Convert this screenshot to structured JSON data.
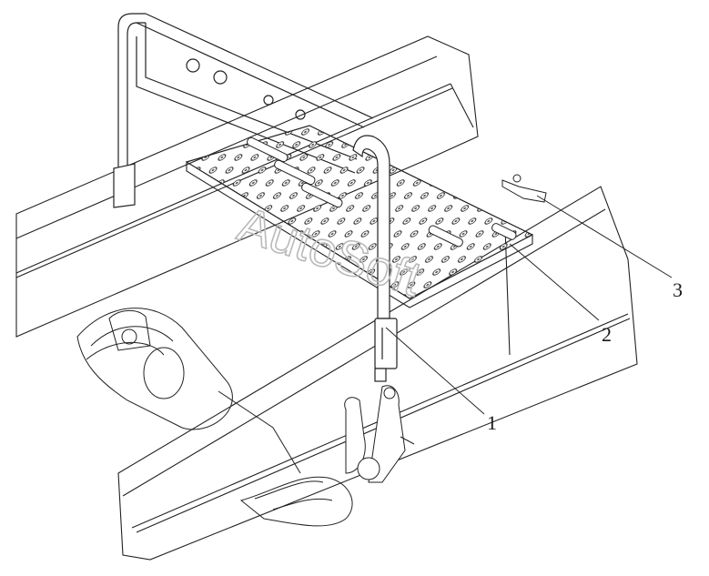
{
  "callouts": [
    {
      "id": "callout-1",
      "text": "1"
    },
    {
      "id": "callout-2",
      "text": "2"
    },
    {
      "id": "callout-3",
      "text": "3"
    }
  ],
  "watermark": "AutoSoft",
  "colors": {
    "line": "#222222",
    "watermark": "#b9b9b9",
    "background": "#ffffff"
  }
}
